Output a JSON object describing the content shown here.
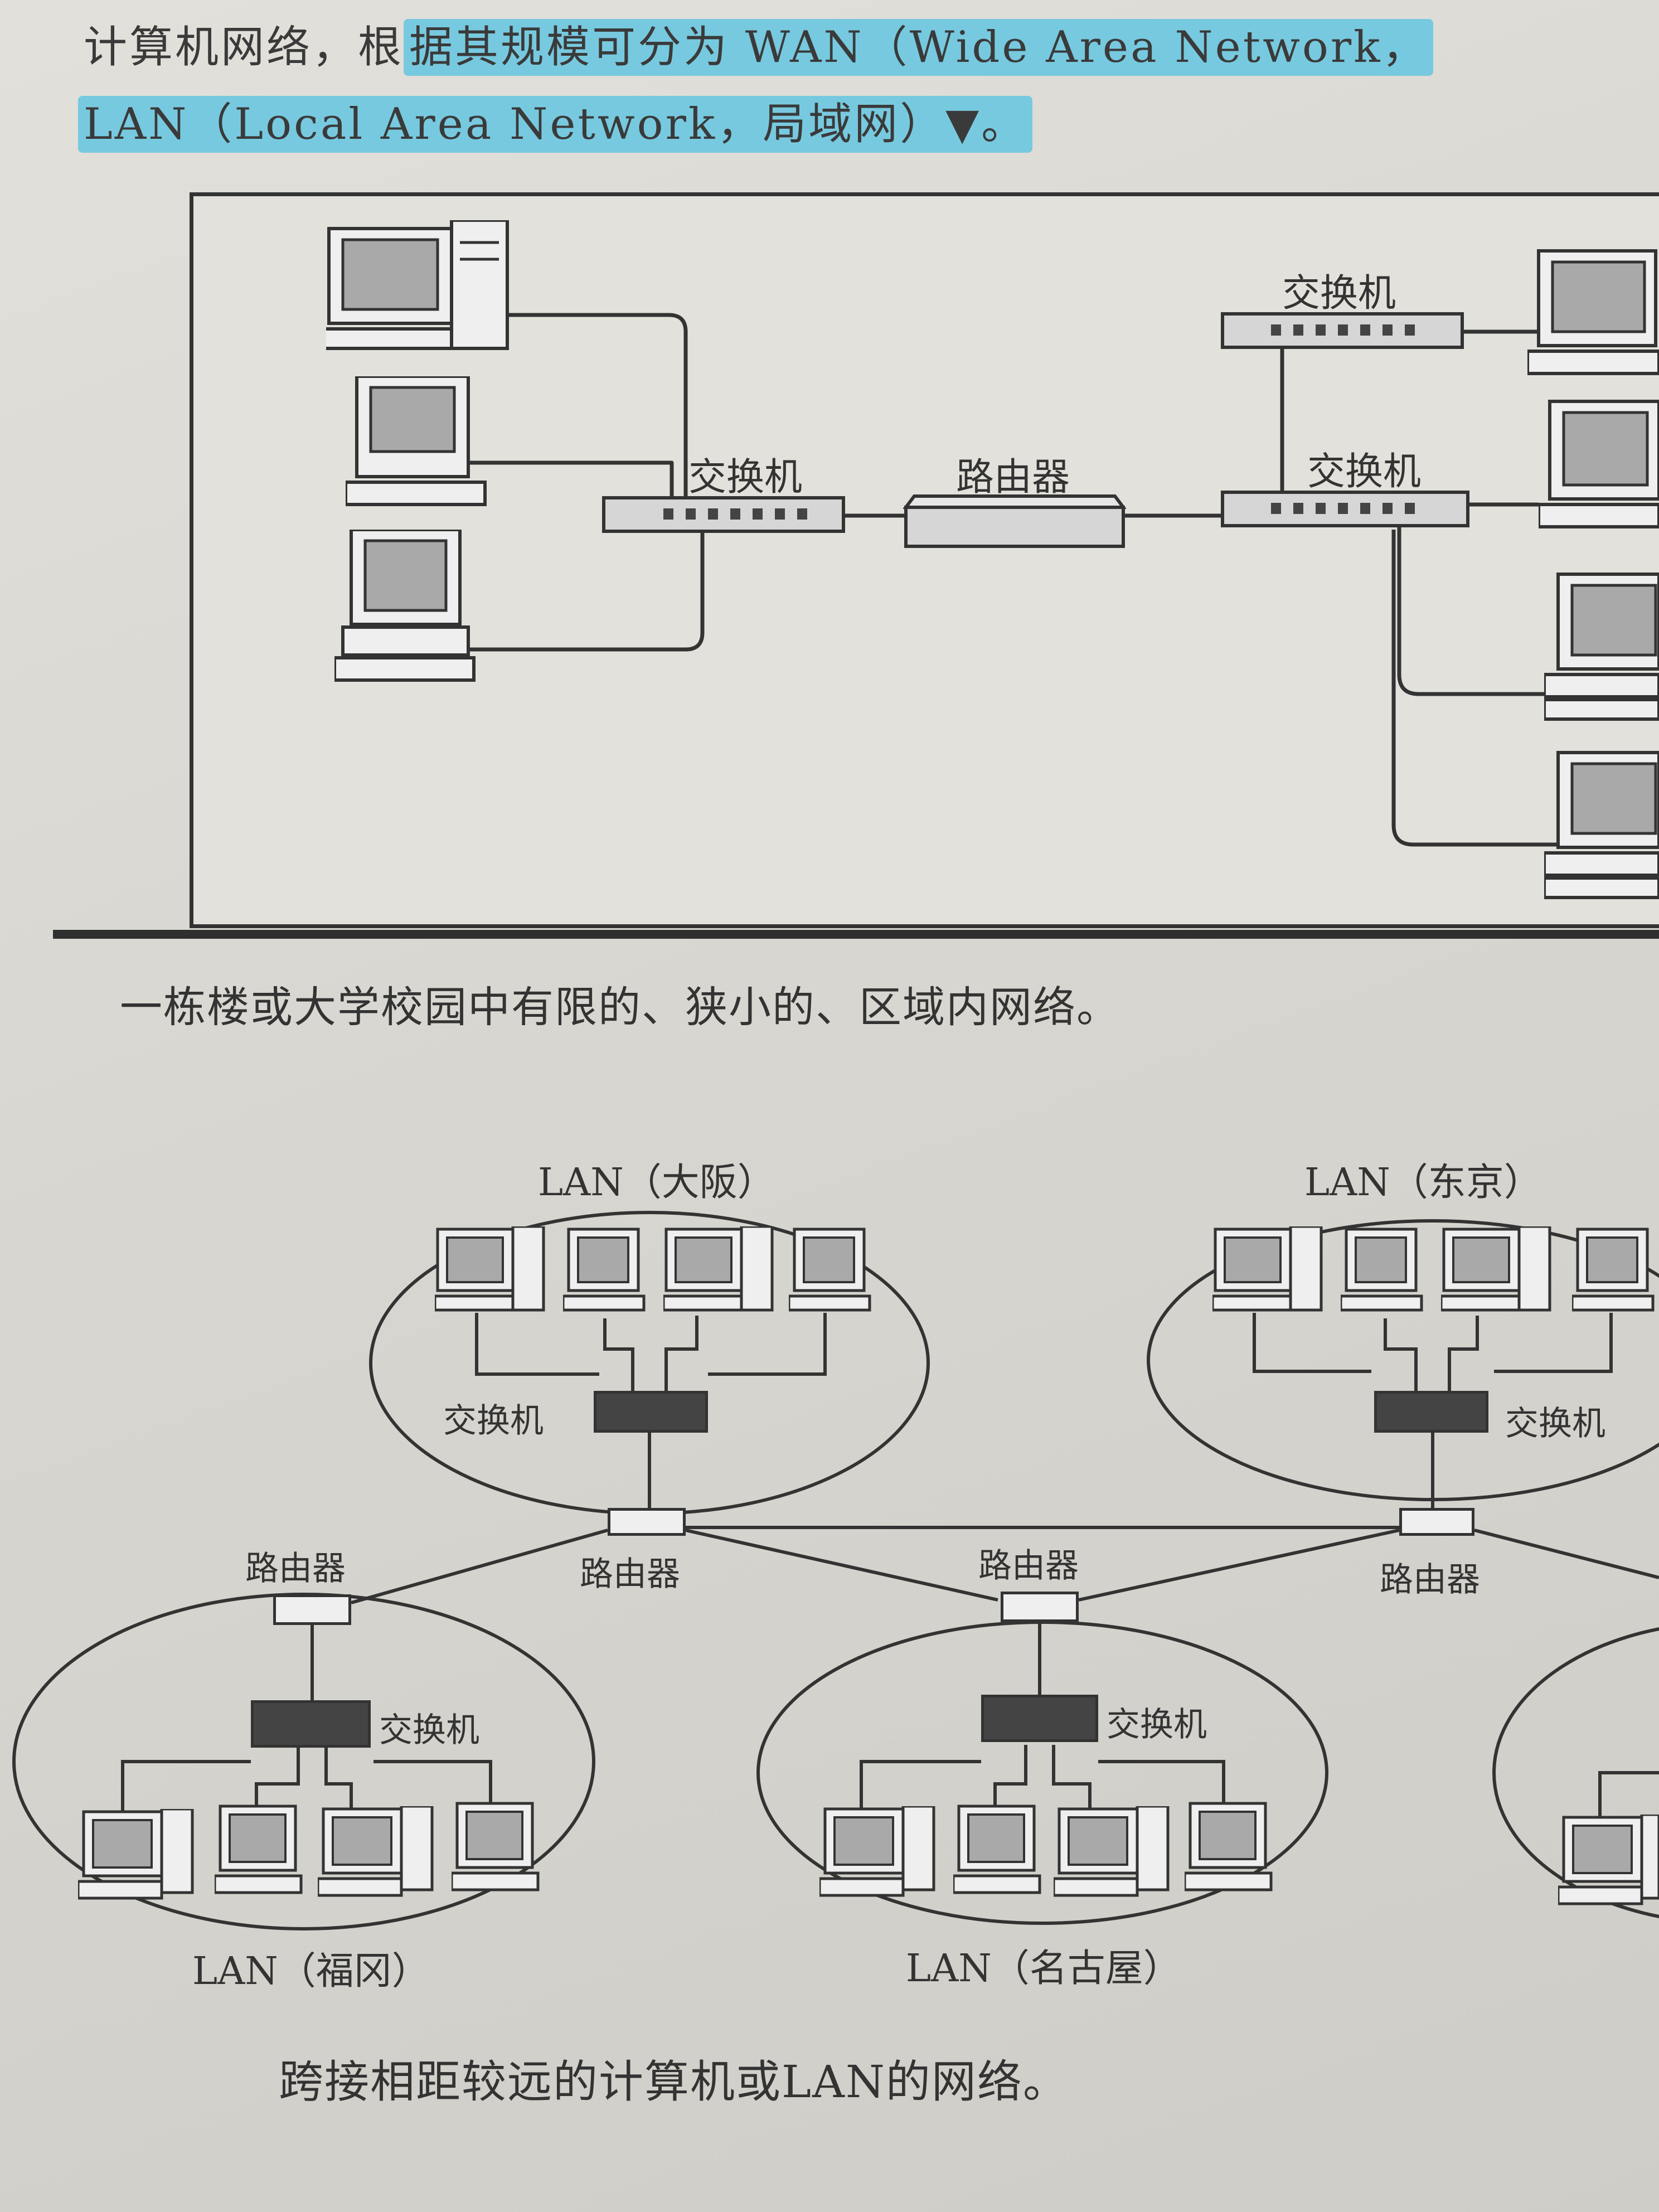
{
  "intro": {
    "line1_prefix": "计算机网络，根",
    "line1_highlight": "据其规模可分为 WAN（Wide Area Network，",
    "line2_highlight": "LAN（Local Area Network，局域网）▼。"
  },
  "lan_diagram": {
    "switch_left": "交换机",
    "router": "路由器",
    "switch_right_top": "交换机",
    "switch_right_bottom": "交换机"
  },
  "lan_caption": "一栋楼或大学校园中有限的、狭小的、区域内网络。",
  "wan_diagram": {
    "osaka": {
      "title": "LAN（大阪）",
      "switch": "交换机"
    },
    "tokyo": {
      "title": "LAN（东京）",
      "switch": "交换机"
    },
    "fukuoka": {
      "title": "LAN（福冈）",
      "switch": "交换机"
    },
    "nagoya": {
      "title": "LAN（名古屋）",
      "switch": "交换机"
    },
    "routers": [
      "路由器",
      "路由器",
      "路由器",
      "路由器"
    ]
  },
  "wan_caption": "跨接相距较远的计算机或LAN的网络。",
  "colors": {
    "highlight": "#77c9df",
    "ink": "#333333",
    "device_fill": "#a9a9a9",
    "switch_fill": "#444444"
  }
}
